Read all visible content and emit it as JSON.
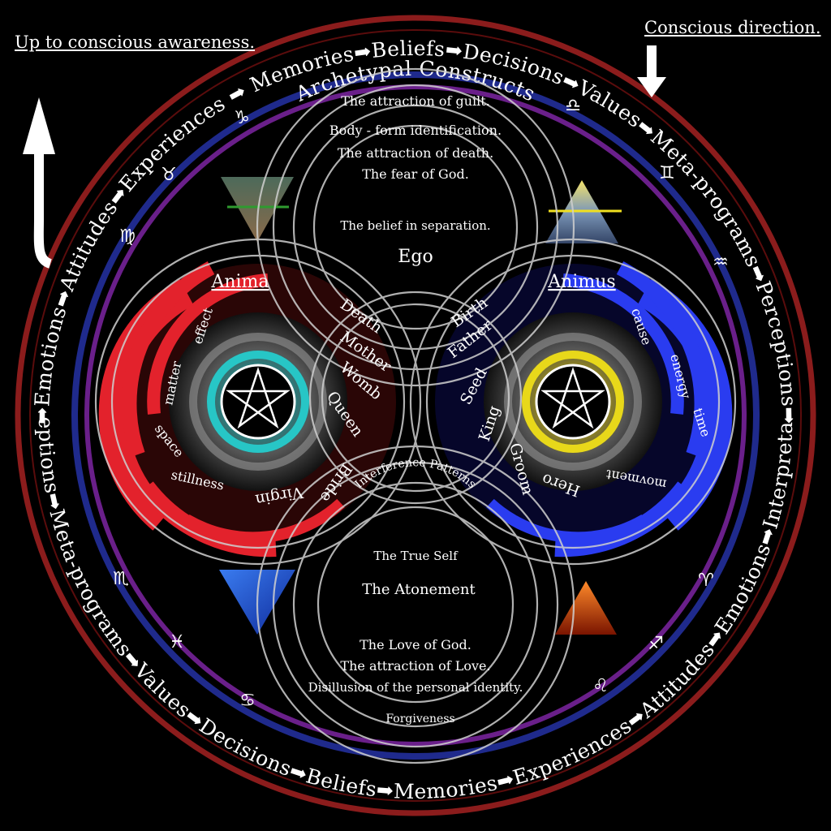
{
  "corner_labels": {
    "top_left": "Up to conscious awareness.",
    "top_right": "Conscious direction."
  },
  "rings": {
    "outer_top": "Interpretations➡Emotions➡Attitudes➡Experiences ➡ Memories➡Beliefs➡Decisions➡Values➡Meta-programs➡Perceptions➡Interpretations",
    "outer_bottom": "Perceptions➡Meta-programs➡Values➡Decisions➡Beliefs➡Memories➡Experiences➡Attitudes➡Emotions➡Interpretations",
    "inner_top": "Archetypal Constructs"
  },
  "ego": {
    "lines": [
      "The attraction of guilt.",
      "Body - form identification.",
      "The attraction of death.",
      "The fear of God."
    ],
    "belief": "The belief in separation.",
    "title": "Ego"
  },
  "atonement": {
    "self": "The True Self",
    "title": "The Atonement",
    "lines": [
      "The Love of God.",
      "The attraction of Love.",
      "Disillusion of the personal identity."
    ],
    "bottom": "Forgiveness"
  },
  "anima": {
    "title": "Anima",
    "words": [
      "effect",
      "matter",
      "space",
      "stillness"
    ],
    "arch": [
      "Death",
      "Mother",
      "Womb",
      "Queen",
      "Bride",
      "Virgin"
    ]
  },
  "animus": {
    "title": "Animus",
    "words": [
      "cause",
      "energy",
      "time",
      "movment"
    ],
    "arch": [
      "Birth",
      "Father",
      "Seed",
      "King",
      "Groom",
      "Hero"
    ]
  },
  "center": "Interference Patterns",
  "zodiac": [
    "♍",
    "♉",
    "♑",
    "♒",
    "♊",
    "♓",
    "♏",
    "♋",
    "♌",
    "♐",
    "♈",
    "♎"
  ],
  "colors": {
    "outer_ring": "#8b1c1c",
    "blue_ring": "#1f2a8c",
    "purple_ring": "#6a1f8a",
    "anima": "#e3222c",
    "animus": "#2a3cf0",
    "anima_core": "#27c6c6",
    "animus_core": "#e8d81a"
  }
}
